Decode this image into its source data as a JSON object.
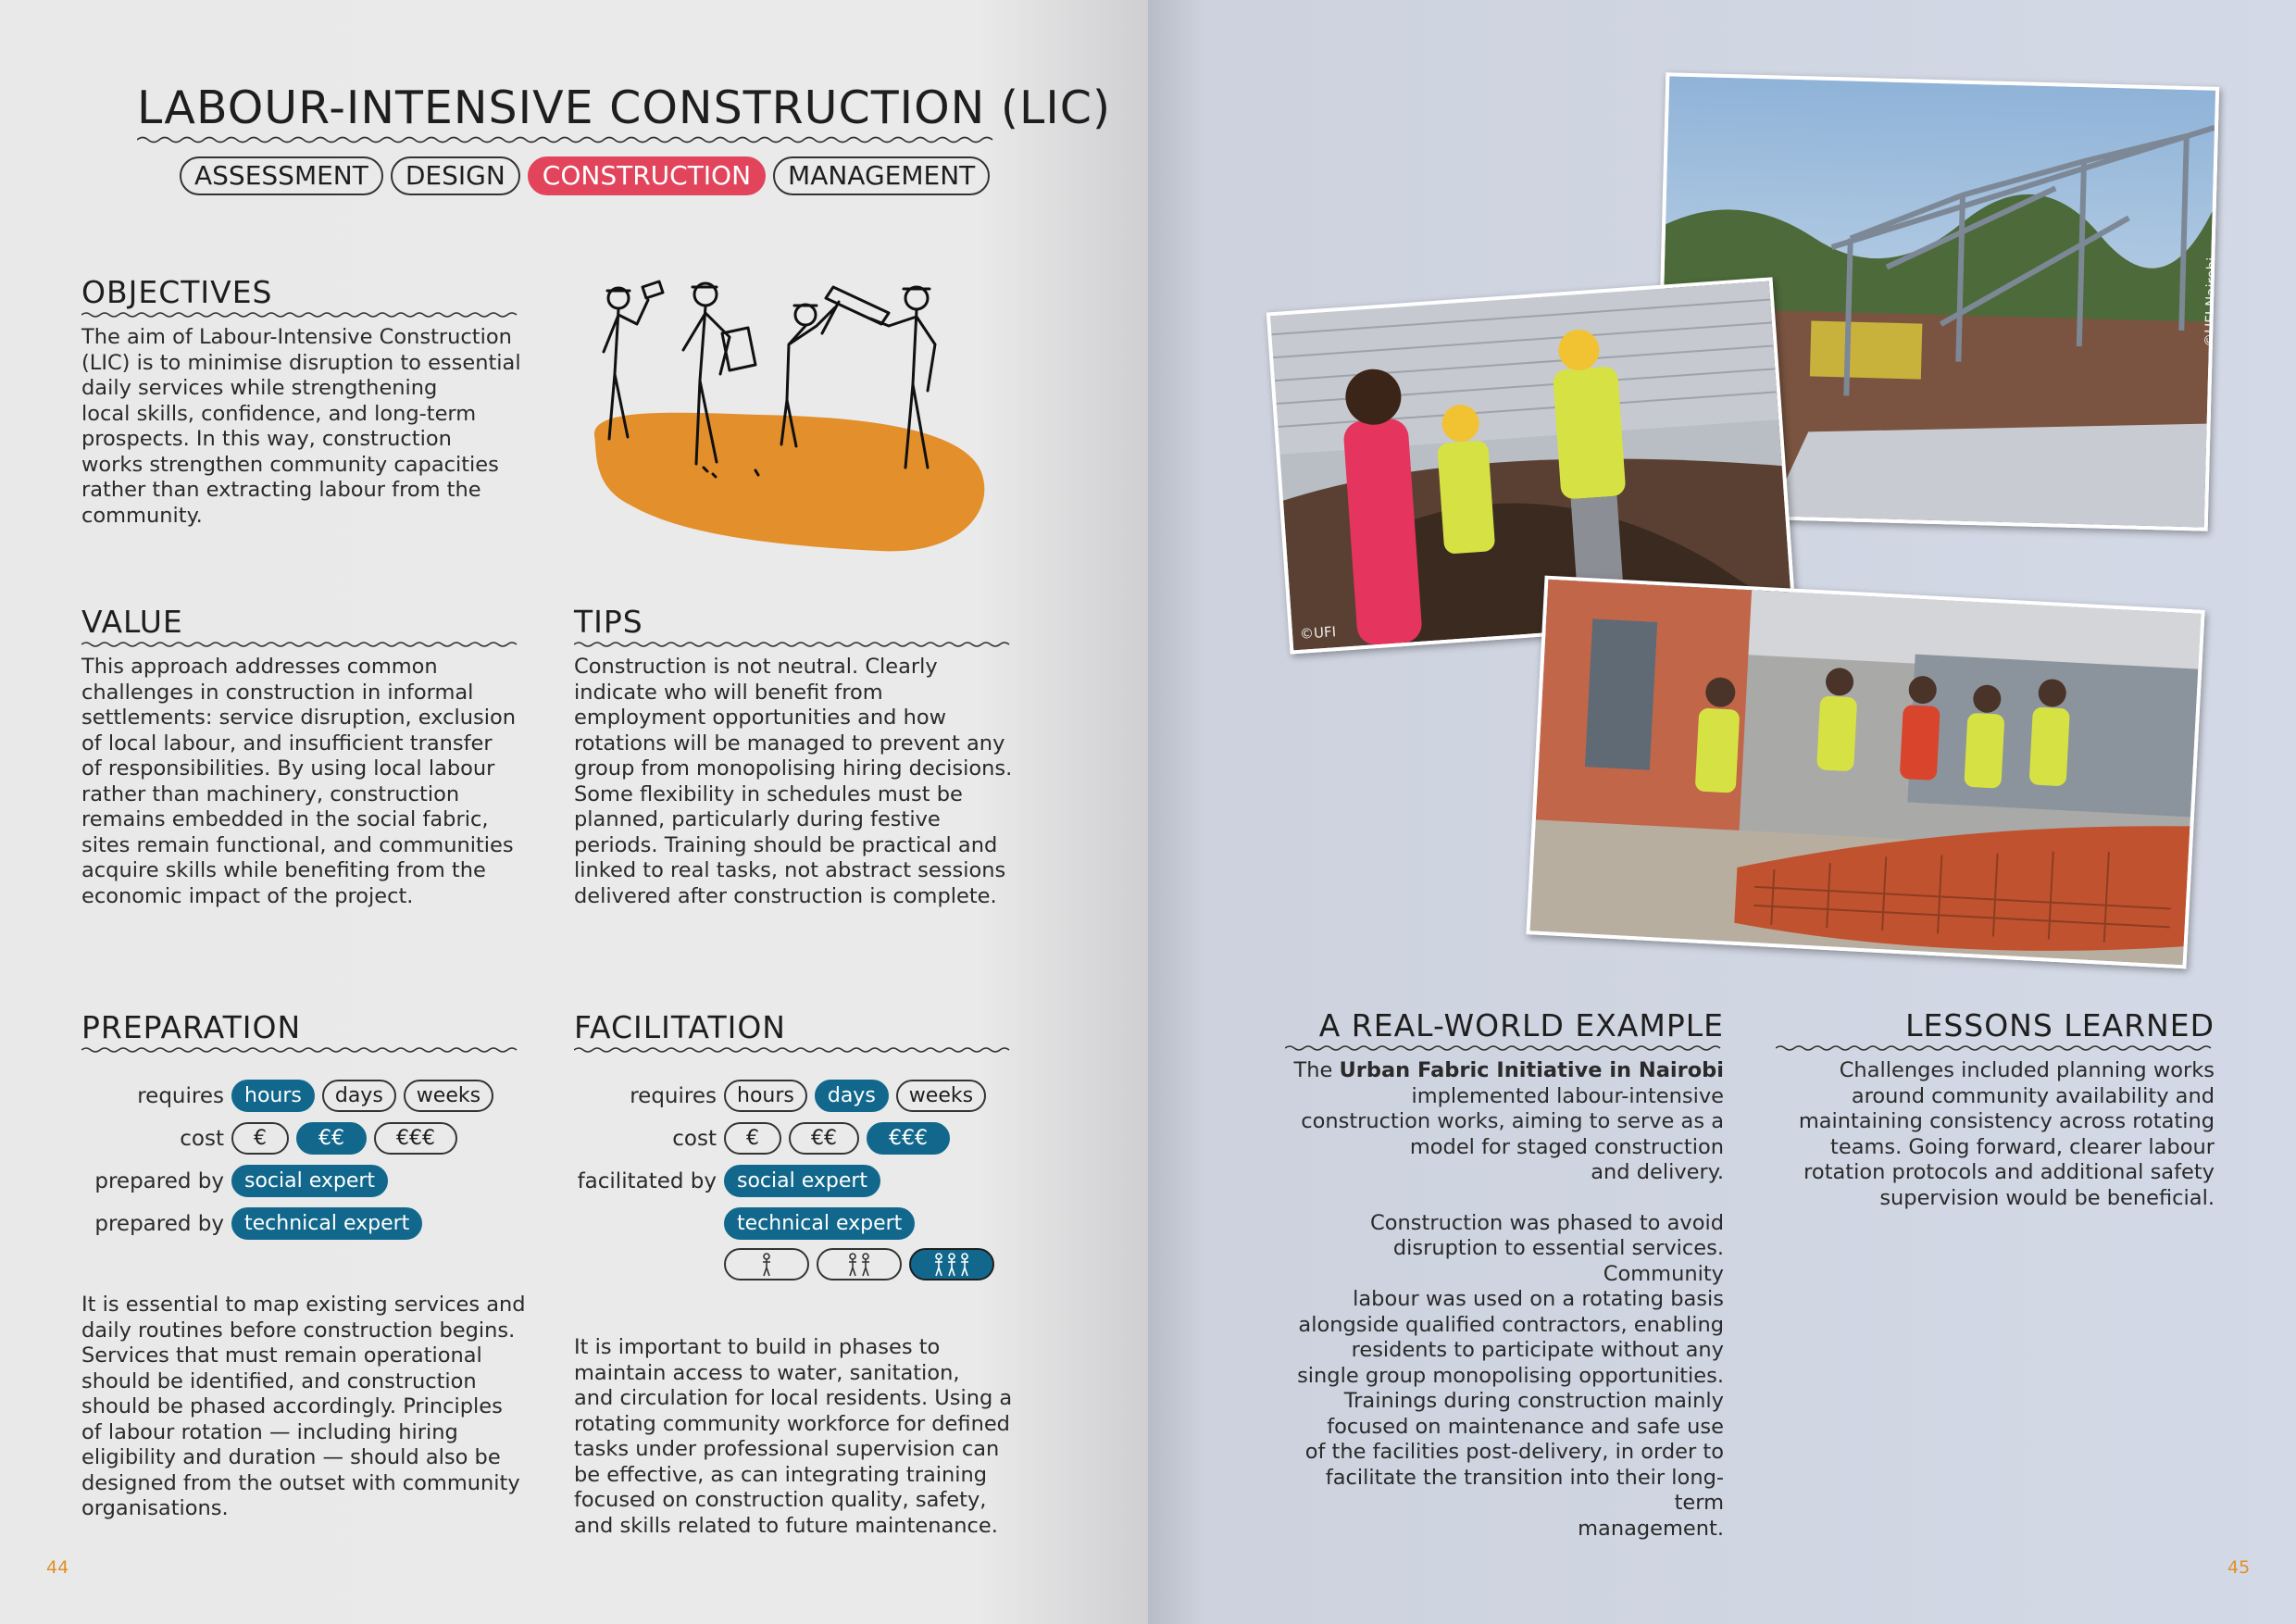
{
  "left": {
    "title": "LABOUR-INTENSIVE CONSTRUCTION (LIC)",
    "phases": [
      {
        "label": "ASSESSMENT",
        "active": false
      },
      {
        "label": "DESIGN",
        "active": false
      },
      {
        "label": "CONSTRUCTION",
        "active": true
      },
      {
        "label": "MANAGEMENT",
        "active": false
      }
    ],
    "objectives": {
      "heading": "OBJECTIVES",
      "lines": [
        "The aim of Labour-Intensive Construction",
        "(LIC) is to minimise disruption to essential",
        "daily services while strengthening",
        "local skills, confidence, and long-term",
        "prospects. In this way, construction",
        "works strengthen community capacities",
        "rather than extracting labour from the",
        "community."
      ]
    },
    "value": {
      "heading": "VALUE",
      "lines": [
        "This approach addresses common",
        "challenges in construction in informal",
        "settlements: service disruption, exclusion",
        "of local labour, and insufficient transfer",
        "of responsibilities. By using local labour",
        "rather than machinery, construction",
        "remains embedded in the social fabric,",
        "sites remain functional, and communities",
        "acquire skills while benefiting from the",
        "economic impact of the project."
      ]
    },
    "tips": {
      "heading": "TIPS",
      "lines": [
        "Construction is not neutral. Clearly",
        "indicate who will benefit from",
        "employment opportunities and how",
        "rotations will be managed to prevent any",
        "group from monopolising hiring decisions.",
        "Some flexibility in schedules must be",
        "planned, particularly during festive",
        "periods. Training should be practical and",
        "linked to real tasks, not abstract sessions",
        "delivered after construction is complete."
      ]
    },
    "preparation": {
      "heading": "PREPARATION",
      "requires_label": "requires",
      "time_tags": [
        {
          "label": "hours",
          "on": true
        },
        {
          "label": "days",
          "on": false
        },
        {
          "label": "weeks",
          "on": false
        }
      ],
      "cost_label": "cost",
      "cost_tags": [
        {
          "label": "€",
          "on": false
        },
        {
          "label": "€€",
          "on": true
        },
        {
          "label": "€€€",
          "on": false
        }
      ],
      "prepared_label_1": "prepared by",
      "prepared_value_1": "social expert",
      "prepared_label_2": "prepared by",
      "prepared_value_2": "technical expert",
      "lines": [
        "It is essential to map existing services and",
        "daily routines before construction begins.",
        "Services that must remain operational",
        "should be identified, and construction",
        "should be phased accordingly. Principles",
        "of labour rotation — including hiring",
        "eligibility and duration — should also be",
        "designed from the outset with community",
        "organisations."
      ]
    },
    "facilitation": {
      "heading": "FACILITATION",
      "requires_label": "requires",
      "time_tags": [
        {
          "label": "hours",
          "on": false
        },
        {
          "label": "days",
          "on": true
        },
        {
          "label": "weeks",
          "on": false
        }
      ],
      "cost_label": "cost",
      "cost_tags": [
        {
          "label": "€",
          "on": false
        },
        {
          "label": "€€",
          "on": false
        },
        {
          "label": "€€€",
          "on": true
        }
      ],
      "facilitated_label": "facilitated by",
      "facilitated_value_1": "social expert",
      "facilitated_value_2": "technical expert",
      "group_size_selected": 3,
      "lines": [
        "It is important to build in phases to",
        "maintain access to water, sanitation,",
        "and circulation for local residents. Using a",
        "rotating community workforce for defined",
        "tasks under professional supervision can",
        "be effective, as can integrating training",
        "focused on construction quality, safety,",
        "and skills related to future maintenance."
      ]
    },
    "page_number": "44",
    "accent_color": "#e2445c",
    "tag_color": "#12688c",
    "blob_color": "#e38f2b"
  },
  "right": {
    "photo_credit_1": "©UFI",
    "photo_credit_2": "©UFI Nairobi",
    "example": {
      "heading": "A REAL-WORLD EXAMPLE",
      "p1_prefix": "The ",
      "p1_bold": "Urban Fabric Initiative in Nairobi",
      "p1_lines": [
        "implemented labour-intensive",
        "construction works, aiming to serve as a",
        "model for staged construction",
        "and delivery."
      ],
      "p2_lines": [
        "Construction was phased to avoid",
        "disruption to essential services. Community",
        "labour was used on a rotating basis",
        "alongside qualified contractors, enabling",
        "residents to participate without any",
        "single group monopolising opportunities.",
        "Trainings during construction mainly",
        "focused on maintenance and safe use",
        "of the facilities post-delivery, in order to",
        "facilitate the transition into their long-term",
        "management."
      ]
    },
    "lessons": {
      "heading": "LESSONS LEARNED",
      "lines": [
        "Challenges included planning works",
        "around community availability and",
        "maintaining consistency across rotating",
        "teams. Going forward, clearer labour",
        "rotation protocols and additional safety",
        "supervision would be beneficial."
      ]
    },
    "page_number": "45"
  }
}
